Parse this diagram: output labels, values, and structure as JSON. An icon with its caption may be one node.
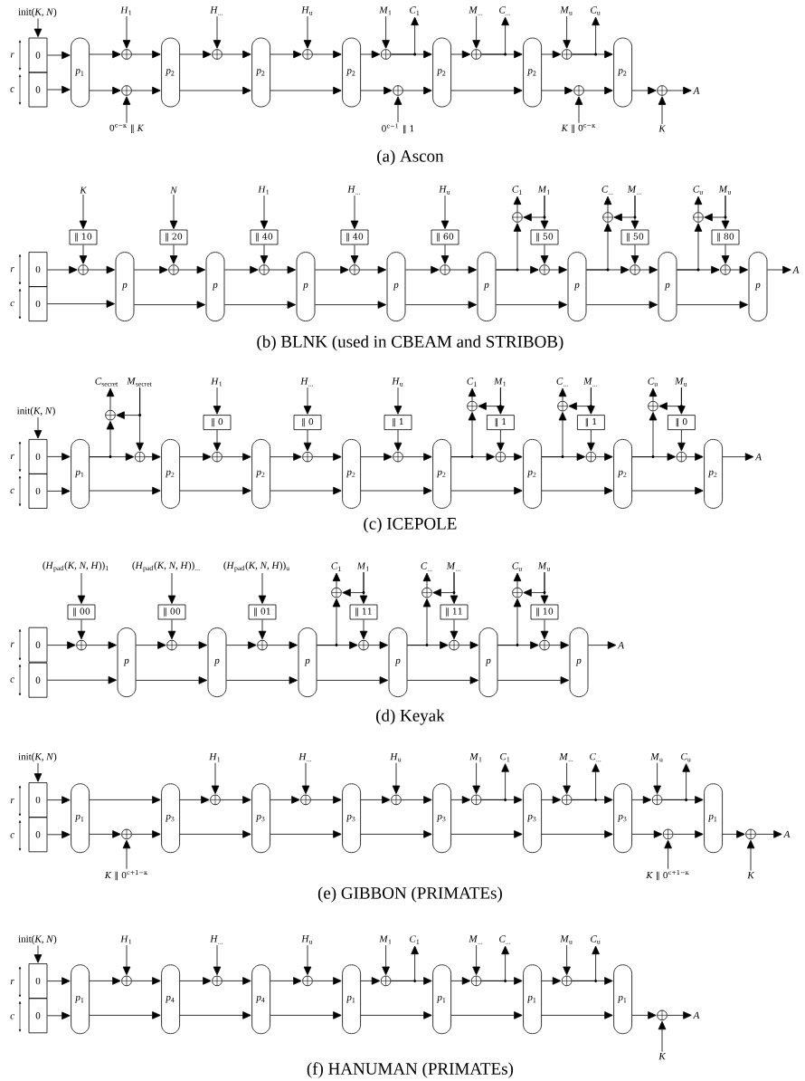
{
  "diagram": {
    "nodes": [
      {
        "text": [
          "init(*K*, *N*)"
        ]
      },
      {
        "text": [
          "0"
        ]
      },
      {
        "text": [
          "0"
        ]
      },
      {
        "text": [
          "*p*$_{1}$"
        ]
      },
      {
        "text": [
          "*H*$_{1}$"
        ]
      },
      {
        "text": [],
        "shape": "circle"
      },
      {
        "text": [],
        "shape": "circle"
      },
      {
        "text": [
          "0$^{c−κ}$ ‖ *K*"
        ]
      },
      {
        "text": [
          "*p*$_{2}$"
        ]
      },
      {
        "text": [
          "*H*$_{...}$"
        ]
      },
      {
        "text": [],
        "shape": "circle"
      },
      {
        "text": [
          "*p*$_{2}$"
        ]
      },
      {
        "text": [
          "*H*$_{u}$"
        ]
      },
      {
        "text": [],
        "shape": "circle"
      },
      {
        "text": [
          "*p*$_{2}$"
        ]
      },
      {
        "text": [
          "*M*$_{1}$"
        ]
      },
      {
        "text": [],
        "shape": "circle"
      },
      {
        "text": [
          "*C*$_{1}$"
        ]
      },
      {
        "text": [],
        "shape": "circle"
      },
      {
        "text": [
          "0$^{c−1}$ ‖ 1"
        ]
      },
      {
        "text": [
          "*p*$_{2}$"
        ]
      },
      {
        "text": [
          "*M*$_{...}$"
        ]
      },
      {
        "text": [],
        "shape": "circle"
      },
      {
        "text": [
          "*C*$_{...}$"
        ]
      },
      {
        "text": [
          "*p*$_{2}$"
        ]
      },
      {
        "text": [
          "*M*$_{u}$"
        ]
      },
      {
        "text": [],
        "shape": "circle"
      },
      {
        "text": [
          "*C*$_{u}$"
        ]
      },
      {
        "text": [],
        "shape": "circle"
      },
      {
        "text": [
          "*K* ‖ 0$^{c−κ}$"
        ]
      },
      {
        "text": [
          "*p*$_{2}$"
        ]
      },
      {
        "text": [],
        "shape": "circle"
      },
      {
        "text": [
          "K"
        ]
      },
      {
        "text": [
          "A"
        ]
      },
      {
        "text": [
          "0"
        ]
      },
      {
        "text": [
          "0"
        ]
      },
      {
        "text": [
          "K"
        ]
      },
      {
        "text": [
          "‖ 10"
        ]
      },
      {
        "text": [],
        "shape": "circle"
      },
      {
        "text": [
          "p"
        ]
      },
      {
        "text": [
          "N"
        ]
      },
      {
        "text": [
          "‖ 20"
        ]
      },
      {
        "text": [],
        "shape": "circle"
      },
      {
        "text": [
          "p"
        ]
      },
      {
        "text": [
          "*H*$_{1}$"
        ]
      },
      {
        "text": [
          "‖ 40"
        ]
      },
      {
        "text": [],
        "shape": "circle"
      },
      {
        "text": [
          "p"
        ]
      },
      {
        "text": [
          "*H*$_{...}$"
        ]
      },
      {
        "text": [
          "‖ 40"
        ]
      },
      {
        "text": [],
        "shape": "circle"
      },
      {
        "text": [
          "p"
        ]
      },
      {
        "text": [
          "*H*$_{u}$"
        ]
      },
      {
        "text": [
          "‖ 60"
        ]
      },
      {
        "text": [],
        "shape": "circle"
      },
      {
        "text": [
          "p"
        ]
      },
      {
        "text": [
          "*C*$_{1}$"
        ]
      },
      {
        "text": [],
        "shape": "circle"
      },
      {
        "text": [
          "*M*$_{1}$"
        ]
      },
      {
        "text": [
          "‖ 50"
        ]
      },
      {
        "text": [],
        "shape": "circle"
      },
      {
        "text": [
          "p"
        ]
      },
      {
        "text": [
          "*C*$_{...}$"
        ]
      },
      {
        "text": [],
        "shape": "circle"
      },
      {
        "text": [
          "*M*$_{...}$"
        ]
      },
      {
        "text": [
          "‖ 50"
        ]
      },
      {
        "text": [],
        "shape": "circle"
      },
      {
        "text": [
          "p"
        ]
      },
      {
        "text": [
          "*C*$_{u}$"
        ]
      },
      {
        "text": [],
        "shape": "circle"
      },
      {
        "text": [
          "*M*$_{u}$"
        ]
      },
      {
        "text": [
          "‖ 80"
        ]
      },
      {
        "text": [],
        "shape": "circle"
      },
      {
        "text": [
          "p"
        ]
      },
      {
        "text": [
          "A"
        ]
      },
      {
        "text": [
          "init(*K*, *N*)"
        ]
      },
      {
        "text": [
          "0"
        ]
      },
      {
        "text": [
          "0"
        ]
      },
      {
        "text": [
          "*p*$_{1}$"
        ]
      },
      {
        "text": [
          "*C*$_{secret}$"
        ]
      },
      {
        "text": [],
        "shape": "circle"
      },
      {
        "text": [
          "*M*$_{secret}$"
        ]
      },
      {
        "text": [],
        "shape": "circle"
      },
      {
        "text": [
          "*p*$_{2}$"
        ]
      },
      {
        "text": [
          "*H*$_{1}$"
        ]
      },
      {
        "text": [
          "‖ 0"
        ]
      },
      {
        "text": [],
        "shape": "circle"
      },
      {
        "text": [
          "*p*$_{2}$"
        ]
      },
      {
        "text": [
          "*H*$_{...}$"
        ]
      },
      {
        "text": [
          "‖ 0"
        ]
      },
      {
        "text": [],
        "shape": "circle"
      },
      {
        "text": [
          "*p*$_{2}$"
        ]
      },
      {
        "text": [
          "*H*$_{u}$"
        ]
      },
      {
        "text": [
          "‖ 1"
        ]
      },
      {
        "text": [],
        "shape": "circle"
      },
      {
        "text": [
          "*p*$_{2}$"
        ]
      },
      {
        "text": [
          "*C*$_{1}$"
        ]
      },
      {
        "text": [],
        "shape": "circle"
      },
      {
        "text": [
          "*M*$_{1}$"
        ]
      },
      {
        "text": [
          "‖ 1"
        ]
      },
      {
        "text": [],
        "shape": "circle"
      },
      {
        "text": [
          "*p*$_{2}$"
        ]
      },
      {
        "text": [
          "*C*$_{...}$"
        ]
      },
      {
        "text": [],
        "shape": "circle"
      },
      {
        "text": [
          "*M*$_{...}$"
        ]
      },
      {
        "text": [
          "‖ 1"
        ]
      },
      {
        "text": [],
        "shape": "circle"
      },
      {
        "text": [
          "*p*$_{2}$"
        ]
      },
      {
        "text": [
          "*C*$_{u}$"
        ]
      },
      {
        "text": [],
        "shape": "circle"
      },
      {
        "text": [
          "*M*$_{u}$"
        ]
      },
      {
        "text": [
          "‖ 0"
        ]
      },
      {
        "text": [],
        "shape": "circle"
      },
      {
        "text": [
          "*p*$_{2}$"
        ]
      },
      {
        "text": [
          "A"
        ]
      },
      {
        "text": [
          "0"
        ]
      },
      {
        "text": [
          "0"
        ]
      },
      {
        "text": [
          "(*H*$_{pad}$(*K*, *N*, *H*))$_{1}$"
        ]
      },
      {
        "text": [
          "‖ 00"
        ]
      },
      {
        "text": [],
        "shape": "circle"
      },
      {
        "text": [
          "p"
        ]
      },
      {
        "text": [
          "(*H*$_{pad}$(*K*, *N*, *H*))$_{...}$"
        ]
      },
      {
        "text": [
          "‖ 00"
        ]
      },
      {
        "text": [],
        "shape": "circle"
      },
      {
        "text": [
          "p"
        ]
      },
      {
        "text": [
          "(*H*$_{pad}$(*K*, *N*, *H*))$_{u}$"
        ]
      },
      {
        "text": [
          "‖ 01"
        ]
      },
      {
        "text": [],
        "shape": "circle"
      },
      {
        "text": [
          "p"
        ]
      },
      {
        "text": [
          "*C*$_{1}$"
        ]
      },
      {
        "text": [],
        "shape": "circle"
      },
      {
        "text": [
          "*M*$_{1}$"
        ]
      },
      {
        "text": [
          "‖ 11"
        ]
      },
      {
        "text": [],
        "shape": "circle"
      },
      {
        "text": [
          "p"
        ]
      },
      {
        "text": [
          "*C*$_{...}$"
        ]
      },
      {
        "text": [],
        "shape": "circle"
      },
      {
        "text": [
          "*M*$_{...}$"
        ]
      },
      {
        "text": [
          "‖ 11"
        ]
      },
      {
        "text": [],
        "shape": "circle"
      },
      {
        "text": [
          "p"
        ]
      },
      {
        "text": [
          "*C*$_{u}$"
        ]
      },
      {
        "text": [],
        "shape": "circle"
      },
      {
        "text": [
          "*M*$_{u}$"
        ]
      },
      {
        "text": [
          "‖ 10"
        ]
      },
      {
        "text": [],
        "shape": "circle"
      },
      {
        "text": [
          "p"
        ]
      },
      {
        "text": [
          "A"
        ]
      },
      {
        "text": [
          "init(*K*, *N*)"
        ]
      },
      {
        "text": [
          "0"
        ]
      },
      {
        "text": [
          "0"
        ]
      },
      {
        "text": [
          "*p*$_{1}$"
        ]
      },
      {
        "text": [],
        "shape": "circle"
      },
      {
        "text": [
          "*K* ‖ 0$^{c+1−κ}$"
        ]
      },
      {
        "text": [
          "*p*$_{3}$"
        ]
      },
      {
        "text": [
          "*H*$_{1}$"
        ]
      },
      {
        "text": [],
        "shape": "circle"
      },
      {
        "text": [
          "*p*$_{3}$"
        ]
      },
      {
        "text": [
          "*H*$_{...}$"
        ]
      },
      {
        "text": [],
        "shape": "circle"
      },
      {
        "text": [
          "*p*$_{3}$"
        ]
      },
      {
        "text": [
          "*H*$_{u}$"
        ]
      },
      {
        "text": [],
        "shape": "circle"
      },
      {
        "text": [
          "*p*$_{3}$"
        ]
      },
      {
        "text": [
          "*M*$_{1}$"
        ]
      },
      {
        "text": [],
        "shape": "circle"
      },
      {
        "text": [
          "*C*$_{1}$"
        ]
      },
      {
        "text": [
          "*p*$_{3}$"
        ]
      },
      {
        "text": [
          "*M*$_{...}$"
        ]
      },
      {
        "text": [],
        "shape": "circle"
      },
      {
        "text": [
          "*C*$_{...}$"
        ]
      },
      {
        "text": [
          "*p*$_{3}$"
        ]
      },
      {
        "text": [
          "*M*$_{u}$"
        ]
      },
      {
        "text": [],
        "shape": "circle"
      },
      {
        "text": [
          "*C*$_{u}$"
        ]
      },
      {
        "text": [],
        "shape": "circle"
      },
      {
        "text": [
          "*K* ‖ 0$^{c+1−κ}$"
        ]
      },
      {
        "text": [
          "*p*$_{1}$"
        ]
      },
      {
        "text": [],
        "shape": "circle"
      },
      {
        "text": [
          "K"
        ]
      },
      {
        "text": [
          "A"
        ]
      },
      {
        "text": [
          "init(*K*, *N*)"
        ]
      },
      {
        "text": [
          "0"
        ]
      },
      {
        "text": [
          "0"
        ]
      },
      {
        "text": [
          "*p*$_{1}$"
        ]
      },
      {
        "text": [
          "*H*$_{1}$"
        ]
      },
      {
        "text": [],
        "shape": "circle"
      },
      {
        "text": [
          "*p*$_{4}$"
        ]
      },
      {
        "text": [
          "*H*$_{...}$"
        ]
      },
      {
        "text": [],
        "shape": "circle"
      },
      {
        "text": [
          "*p*$_{4}$"
        ]
      },
      {
        "text": [
          "*H*$_{u}$"
        ]
      },
      {
        "text": [],
        "shape": "circle"
      },
      {
        "text": [
          "*p*$_{1}$"
        ]
      },
      {
        "text": [
          "*M*$_{1}$"
        ]
      },
      {
        "text": [],
        "shape": "circle"
      },
      {
        "text": [
          "*C*$_{1}$"
        ]
      },
      {
        "text": [
          "*p*$_{1}$"
        ]
      },
      {
        "text": [
          "*M*$_{...}$"
        ]
      },
      {
        "text": [],
        "shape": "circle"
      },
      {
        "text": [
          "*C*$_{...}$"
        ]
      },
      {
        "text": [
          "*p*$_{1}$"
        ]
      },
      {
        "text": [
          "*M*$_{u}$"
        ]
      },
      {
        "text": [],
        "shape": "circle"
      },
      {
        "text": [
          "*C*$_{u}$"
        ]
      },
      {
        "text": [
          "*p*$_{1}$"
        ]
      },
      {
        "text": [],
        "shape": "circle"
      },
      {
        "text": [
          "K"
        ]
      },
      {
        "text": [
          "A"
        ]
      }
    ],
    "edges": [
      {
        "from": 0,
        "to": 1,
        "arrow": "to"
      },
      {
        "from": 1,
        "to": 3,
        "arrow": "to"
      },
      {
        "from": 2,
        "to": 3,
        "arrow": "to"
      },
      {
        "from": 3,
        "to": 5,
        "arrow": "to"
      },
      {
        "from": 3,
        "to": 6,
        "arrow": "to"
      },
      {
        "from": 4,
        "to": 5,
        "arrow": "to"
      },
      {
        "from": 7,
        "to": 6,
        "arrow": "to"
      },
      {
        "from": 5,
        "to": 8,
        "arrow": "to"
      },
      {
        "from": 6,
        "to": 8,
        "arrow": "to"
      },
      {
        "from": 8,
        "to": 10,
        "arrow": "to"
      },
      {
        "from": 8,
        "to": 11,
        "arrow": "to"
      },
      {
        "from": 9,
        "to": 10,
        "arrow": "to"
      },
      {
        "from": 10,
        "to": 11,
        "arrow": "to"
      },
      {
        "from": 11,
        "to": 13,
        "arrow": "to"
      },
      {
        "from": 11,
        "to": 14,
        "arrow": "to"
      },
      {
        "from": 12,
        "to": 13,
        "arrow": "to"
      },
      {
        "from": 13,
        "to": 14,
        "arrow": "to"
      },
      {
        "from": 14,
        "to": 16,
        "arrow": "to"
      },
      {
        "from": 14,
        "to": 18,
        "arrow": "to"
      },
      {
        "from": 15,
        "to": 16,
        "arrow": "to"
      },
      {
        "from": 16,
        "to": 17,
        "arrow": "to"
      },
      {
        "from": 16,
        "to": 20,
        "arrow": "to"
      },
      {
        "from": 19,
        "to": 18,
        "arrow": "to"
      },
      {
        "from": 18,
        "to": 20,
        "arrow": "to"
      },
      {
        "from": 20,
        "to": 22,
        "arrow": "to"
      },
      {
        "from": 20,
        "to": 24,
        "arrow": "to"
      },
      {
        "from": 21,
        "to": 22,
        "arrow": "to"
      },
      {
        "from": 22,
        "to": 23,
        "arrow": "to"
      },
      {
        "from": 22,
        "to": 24,
        "arrow": "to"
      },
      {
        "from": 24,
        "to": 26,
        "arrow": "to"
      },
      {
        "from": 24,
        "to": 28,
        "arrow": "to"
      },
      {
        "from": 25,
        "to": 26,
        "arrow": "to"
      },
      {
        "from": 26,
        "to": 27,
        "arrow": "to"
      },
      {
        "from": 26,
        "to": 30,
        "arrow": "to"
      },
      {
        "from": 29,
        "to": 28,
        "arrow": "to"
      },
      {
        "from": 28,
        "to": 30,
        "arrow": "to"
      },
      {
        "from": 30,
        "to": 31,
        "arrow": "to"
      },
      {
        "from": 32,
        "to": 31,
        "arrow": "to"
      },
      {
        "from": 31,
        "to": 33,
        "arrow": "to"
      },
      {
        "from": 34,
        "to": 38,
        "arrow": "to"
      },
      {
        "from": 35,
        "to": 39,
        "arrow": "to"
      },
      {
        "from": 36,
        "to": 37,
        "arrow": "to"
      },
      {
        "from": 37,
        "to": 38,
        "arrow": "to"
      },
      {
        "from": 38,
        "to": 39,
        "arrow": "to"
      },
      {
        "from": 39,
        "to": 42,
        "arrow": "to"
      },
      {
        "from": 39,
        "to": 43,
        "arrow": "to"
      },
      {
        "from": 40,
        "to": 41,
        "arrow": "to"
      },
      {
        "from": 41,
        "to": 42,
        "arrow": "to"
      },
      {
        "from": 42,
        "to": 43,
        "arrow": "to"
      },
      {
        "from": 43,
        "to": 46,
        "arrow": "to"
      },
      {
        "from": 43,
        "to": 47,
        "arrow": "to"
      },
      {
        "from": 44,
        "to": 45,
        "arrow": "to"
      },
      {
        "from": 45,
        "to": 46,
        "arrow": "to"
      },
      {
        "from": 46,
        "to": 47,
        "arrow": "to"
      },
      {
        "from": 47,
        "to": 50,
        "arrow": "to"
      },
      {
        "from": 47,
        "to": 51,
        "arrow": "to"
      },
      {
        "from": 48,
        "to": 49,
        "arrow": "to"
      },
      {
        "from": 49,
        "to": 50,
        "arrow": "to"
      },
      {
        "from": 50,
        "to": 51,
        "arrow": "to"
      },
      {
        "from": 51,
        "to": 54,
        "arrow": "to"
      },
      {
        "from": 51,
        "to": 55,
        "arrow": "to"
      },
      {
        "from": 52,
        "to": 53,
        "arrow": "to"
      },
      {
        "from": 53,
        "to": 54,
        "arrow": "to"
      },
      {
        "from": 54,
        "to": 55,
        "arrow": "to"
      },
      {
        "from": 55,
        "to": 57,
        "arrow": "to"
      },
      {
        "from": 55,
        "to": 60,
        "arrow": "to"
      },
      {
        "from": 55,
        "to": 61,
        "arrow": "to"
      },
      {
        "from": 57,
        "to": 56,
        "arrow": "to"
      },
      {
        "from": 58,
        "to": 57,
        "arrow": "to"
      },
      {
        "from": 58,
        "to": 59,
        "arrow": "to"
      },
      {
        "from": 59,
        "to": 60,
        "arrow": "to"
      },
      {
        "from": 60,
        "to": 61,
        "arrow": "to"
      },
      {
        "from": 61,
        "to": 63,
        "arrow": "to"
      },
      {
        "from": 61,
        "to": 66,
        "arrow": "to"
      },
      {
        "from": 61,
        "to": 67,
        "arrow": "to"
      },
      {
        "from": 63,
        "to": 62,
        "arrow": "to"
      },
      {
        "from": 64,
        "to": 63,
        "arrow": "to"
      },
      {
        "from": 64,
        "to": 65,
        "arrow": "to"
      },
      {
        "from": 65,
        "to": 66,
        "arrow": "to"
      },
      {
        "from": 66,
        "to": 67,
        "arrow": "to"
      },
      {
        "from": 67,
        "to": 69,
        "arrow": "to"
      },
      {
        "from": 67,
        "to": 72,
        "arrow": "to"
      },
      {
        "from": 67,
        "to": 73,
        "arrow": "to"
      },
      {
        "from": 69,
        "to": 68,
        "arrow": "to"
      },
      {
        "from": 70,
        "to": 69,
        "arrow": "to"
      },
      {
        "from": 70,
        "to": 71,
        "arrow": "to"
      },
      {
        "from": 71,
        "to": 72,
        "arrow": "to"
      },
      {
        "from": 72,
        "to": 73,
        "arrow": "to"
      },
      {
        "from": 73,
        "to": 74,
        "arrow": "to"
      },
      {
        "from": 75,
        "to": 76,
        "arrow": "to"
      },
      {
        "from": 76,
        "to": 78,
        "arrow": "to"
      },
      {
        "from": 77,
        "to": 78,
        "arrow": "to"
      },
      {
        "from": 78,
        "to": 80,
        "arrow": "to"
      },
      {
        "from": 78,
        "to": 82,
        "arrow": "to"
      },
      {
        "from": 78,
        "to": 83,
        "arrow": "to"
      },
      {
        "from": 80,
        "to": 79,
        "arrow": "to"
      },
      {
        "from": 81,
        "to": 80,
        "arrow": "to"
      },
      {
        "from": 81,
        "to": 82,
        "arrow": "to"
      },
      {
        "from": 82,
        "to": 83,
        "arrow": "to"
      },
      {
        "from": 83,
        "to": 86,
        "arrow": "to"
      },
      {
        "from": 83,
        "to": 87,
        "arrow": "to"
      },
      {
        "from": 84,
        "to": 85,
        "arrow": "to"
      },
      {
        "from": 85,
        "to": 86,
        "arrow": "to"
      },
      {
        "from": 86,
        "to": 87,
        "arrow": "to"
      },
      {
        "from": 87,
        "to": 90,
        "arrow": "to"
      },
      {
        "from": 87,
        "to": 91,
        "arrow": "to"
      },
      {
        "from": 88,
        "to": 89,
        "arrow": "to"
      },
      {
        "from": 89,
        "to": 90,
        "arrow": "to"
      },
      {
        "from": 90,
        "to": 91,
        "arrow": "to"
      },
      {
        "from": 91,
        "to": 94,
        "arrow": "to"
      },
      {
        "from": 91,
        "to": 95,
        "arrow": "to"
      },
      {
        "from": 92,
        "to": 93,
        "arrow": "to"
      },
      {
        "from": 93,
        "to": 94,
        "arrow": "to"
      },
      {
        "from": 94,
        "to": 95,
        "arrow": "to"
      },
      {
        "from": 95,
        "to": 97,
        "arrow": "to"
      },
      {
        "from": 95,
        "to": 100,
        "arrow": "to"
      },
      {
        "from": 95,
        "to": 101,
        "arrow": "to"
      },
      {
        "from": 97,
        "to": 96,
        "arrow": "to"
      },
      {
        "from": 98,
        "to": 97,
        "arrow": "to"
      },
      {
        "from": 98,
        "to": 99,
        "arrow": "to"
      },
      {
        "from": 99,
        "to": 100,
        "arrow": "to"
      },
      {
        "from": 100,
        "to": 101,
        "arrow": "to"
      },
      {
        "from": 101,
        "to": 103,
        "arrow": "to"
      },
      {
        "from": 101,
        "to": 106,
        "arrow": "to"
      },
      {
        "from": 101,
        "to": 107,
        "arrow": "to"
      },
      {
        "from": 103,
        "to": 102,
        "arrow": "to"
      },
      {
        "from": 104,
        "to": 103,
        "arrow": "to"
      },
      {
        "from": 104,
        "to": 105,
        "arrow": "to"
      },
      {
        "from": 105,
        "to": 106,
        "arrow": "to"
      },
      {
        "from": 106,
        "to": 107,
        "arrow": "to"
      },
      {
        "from": 107,
        "to": 109,
        "arrow": "to"
      },
      {
        "from": 107,
        "to": 112,
        "arrow": "to"
      },
      {
        "from": 107,
        "to": 113,
        "arrow": "to"
      },
      {
        "from": 109,
        "to": 108,
        "arrow": "to"
      },
      {
        "from": 110,
        "to": 109,
        "arrow": "to"
      },
      {
        "from": 110,
        "to": 111,
        "arrow": "to"
      },
      {
        "from": 111,
        "to": 112,
        "arrow": "to"
      },
      {
        "from": 112,
        "to": 113,
        "arrow": "to"
      },
      {
        "from": 113,
        "to": 114,
        "arrow": "to"
      },
      {
        "from": 115,
        "to": 119,
        "arrow": "to"
      },
      {
        "from": 116,
        "to": 120,
        "arrow": "to"
      },
      {
        "from": 117,
        "to": 118,
        "arrow": "to"
      },
      {
        "from": 118,
        "to": 119,
        "arrow": "to"
      },
      {
        "from": 119,
        "to": 120,
        "arrow": "to"
      },
      {
        "from": 120,
        "to": 123,
        "arrow": "to"
      },
      {
        "from": 120,
        "to": 124,
        "arrow": "to"
      },
      {
        "from": 121,
        "to": 122,
        "arrow": "to"
      },
      {
        "from": 122,
        "to": 123,
        "arrow": "to"
      },
      {
        "from": 123,
        "to": 124,
        "arrow": "to"
      },
      {
        "from": 124,
        "to": 127,
        "arrow": "to"
      },
      {
        "from": 124,
        "to": 128,
        "arrow": "to"
      },
      {
        "from": 125,
        "to": 126,
        "arrow": "to"
      },
      {
        "from": 126,
        "to": 127,
        "arrow": "to"
      },
      {
        "from": 127,
        "to": 128,
        "arrow": "to"
      },
      {
        "from": 128,
        "to": 130,
        "arrow": "to"
      },
      {
        "from": 128,
        "to": 133,
        "arrow": "to"
      },
      {
        "from": 128,
        "to": 134,
        "arrow": "to"
      },
      {
        "from": 130,
        "to": 129,
        "arrow": "to"
      },
      {
        "from": 131,
        "to": 130,
        "arrow": "to"
      },
      {
        "from": 131,
        "to": 132,
        "arrow": "to"
      },
      {
        "from": 132,
        "to": 133,
        "arrow": "to"
      },
      {
        "from": 133,
        "to": 134,
        "arrow": "to"
      },
      {
        "from": 134,
        "to": 136,
        "arrow": "to"
      },
      {
        "from": 134,
        "to": 139,
        "arrow": "to"
      },
      {
        "from": 134,
        "to": 140,
        "arrow": "to"
      },
      {
        "from": 136,
        "to": 135,
        "arrow": "to"
      },
      {
        "from": 137,
        "to": 136,
        "arrow": "to"
      },
      {
        "from": 137,
        "to": 138,
        "arrow": "to"
      },
      {
        "from": 138,
        "to": 139,
        "arrow": "to"
      },
      {
        "from": 139,
        "to": 140,
        "arrow": "to"
      },
      {
        "from": 140,
        "to": 142,
        "arrow": "to"
      },
      {
        "from": 140,
        "to": 145,
        "arrow": "to"
      },
      {
        "from": 140,
        "to": 146,
        "arrow": "to"
      },
      {
        "from": 142,
        "to": 141,
        "arrow": "to"
      },
      {
        "from": 143,
        "to": 142,
        "arrow": "to"
      },
      {
        "from": 143,
        "to": 144,
        "arrow": "to"
      },
      {
        "from": 144,
        "to": 145,
        "arrow": "to"
      },
      {
        "from": 145,
        "to": 146,
        "arrow": "to"
      },
      {
        "from": 146,
        "to": 147,
        "arrow": "to"
      },
      {
        "from": 148,
        "to": 149,
        "arrow": "to"
      },
      {
        "from": 149,
        "to": 151,
        "arrow": "to"
      },
      {
        "from": 150,
        "to": 151,
        "arrow": "to"
      },
      {
        "from": 151,
        "to": 154,
        "arrow": "to"
      },
      {
        "from": 151,
        "to": 152,
        "arrow": "to"
      },
      {
        "from": 153,
        "to": 152,
        "arrow": "to"
      },
      {
        "from": 152,
        "to": 154,
        "arrow": "to"
      },
      {
        "from": 154,
        "to": 156,
        "arrow": "to"
      },
      {
        "from": 154,
        "to": 157,
        "arrow": "to"
      },
      {
        "from": 155,
        "to": 156,
        "arrow": "to"
      },
      {
        "from": 156,
        "to": 157,
        "arrow": "to"
      },
      {
        "from": 157,
        "to": 159,
        "arrow": "to"
      },
      {
        "from": 157,
        "to": 160,
        "arrow": "to"
      },
      {
        "from": 158,
        "to": 159,
        "arrow": "to"
      },
      {
        "from": 159,
        "to": 160,
        "arrow": "to"
      },
      {
        "from": 160,
        "to": 162,
        "arrow": "to"
      },
      {
        "from": 160,
        "to": 163,
        "arrow": "to"
      },
      {
        "from": 161,
        "to": 162,
        "arrow": "to"
      },
      {
        "from": 162,
        "to": 163,
        "arrow": "to"
      },
      {
        "from": 163,
        "to": 165,
        "arrow": "to"
      },
      {
        "from": 163,
        "to": 167,
        "arrow": "to"
      },
      {
        "from": 164,
        "to": 165,
        "arrow": "to"
      },
      {
        "from": 165,
        "to": 166,
        "arrow": "to"
      },
      {
        "from": 165,
        "to": 167,
        "arrow": "to"
      },
      {
        "from": 167,
        "to": 169,
        "arrow": "to"
      },
      {
        "from": 167,
        "to": 171,
        "arrow": "to"
      },
      {
        "from": 168,
        "to": 169,
        "arrow": "to"
      },
      {
        "from": 169,
        "to": 170,
        "arrow": "to"
      },
      {
        "from": 169,
        "to": 171,
        "arrow": "to"
      },
      {
        "from": 171,
        "to": 173,
        "arrow": "to"
      },
      {
        "from": 171,
        "to": 175,
        "arrow": "to"
      },
      {
        "from": 172,
        "to": 173,
        "arrow": "to"
      },
      {
        "from": 173,
        "to": 174,
        "arrow": "to"
      },
      {
        "from": 173,
        "to": 177,
        "arrow": "to"
      },
      {
        "from": 176,
        "to": 175,
        "arrow": "to"
      },
      {
        "from": 175,
        "to": 177,
        "arrow": "to"
      },
      {
        "from": 177,
        "to": 178,
        "arrow": "to"
      },
      {
        "from": 179,
        "to": 178,
        "arrow": "to"
      },
      {
        "from": 178,
        "to": 180,
        "arrow": "to"
      },
      {
        "from": 181,
        "to": 182,
        "arrow": "to"
      },
      {
        "from": 182,
        "to": 184,
        "arrow": "to"
      },
      {
        "from": 183,
        "to": 184,
        "arrow": "to"
      },
      {
        "from": 184,
        "to": 186,
        "arrow": "to"
      },
      {
        "from": 184,
        "to": 187,
        "arrow": "to"
      },
      {
        "from": 185,
        "to": 186,
        "arrow": "to"
      },
      {
        "from": 186,
        "to": 187,
        "arrow": "to"
      },
      {
        "from": 187,
        "to": 189,
        "arrow": "to"
      },
      {
        "from": 187,
        "to": 190,
        "arrow": "to"
      },
      {
        "from": 188,
        "to": 189,
        "arrow": "to"
      },
      {
        "from": 189,
        "to": 190,
        "arrow": "to"
      },
      {
        "from": 190,
        "to": 192,
        "arrow": "to"
      },
      {
        "from": 190,
        "to": 193,
        "arrow": "to"
      },
      {
        "from": 191,
        "to": 192,
        "arrow": "to"
      },
      {
        "from": 192,
        "to": 193,
        "arrow": "to"
      },
      {
        "from": 193,
        "to": 195,
        "arrow": "to"
      },
      {
        "from": 193,
        "to": 197,
        "arrow": "to"
      },
      {
        "from": 194,
        "to": 195,
        "arrow": "to"
      },
      {
        "from": 195,
        "to": 196,
        "arrow": "to"
      },
      {
        "from": 195,
        "to": 197,
        "arrow": "to"
      },
      {
        "from": 197,
        "to": 199,
        "arrow": "to"
      },
      {
        "from": 197,
        "to": 201,
        "arrow": "to"
      },
      {
        "from": 198,
        "to": 199,
        "arrow": "to"
      },
      {
        "from": 199,
        "to": 200,
        "arrow": "to"
      },
      {
        "from": 199,
        "to": 201,
        "arrow": "to"
      },
      {
        "from": 201,
        "to": 203,
        "arrow": "to"
      },
      {
        "from": 201,
        "to": 205,
        "arrow": "to"
      },
      {
        "from": 202,
        "to": 203,
        "arrow": "to"
      },
      {
        "from": 203,
        "to": 204,
        "arrow": "to"
      },
      {
        "from": 203,
        "to": 205,
        "arrow": "to"
      },
      {
        "from": 205,
        "to": 206,
        "arrow": "to"
      },
      {
        "from": 207,
        "to": 206,
        "arrow": "to"
      },
      {
        "from": 206,
        "to": 208,
        "arrow": "to"
      }
    ],
    "labels": [
      "r",
      "c",
      "(a) Ascon",
      "r",
      "c",
      "(b) BLNK (used in CBEAM and STRIBOB)",
      "r",
      "c",
      "(c) ICEPOLE",
      "r",
      "c",
      "(d) Keyak",
      "r",
      "c",
      "(e) GIBBON (PRIMATEs)",
      "r",
      "c",
      "(f) HANUMAN (PRIMATEs)"
    ]
  }
}
